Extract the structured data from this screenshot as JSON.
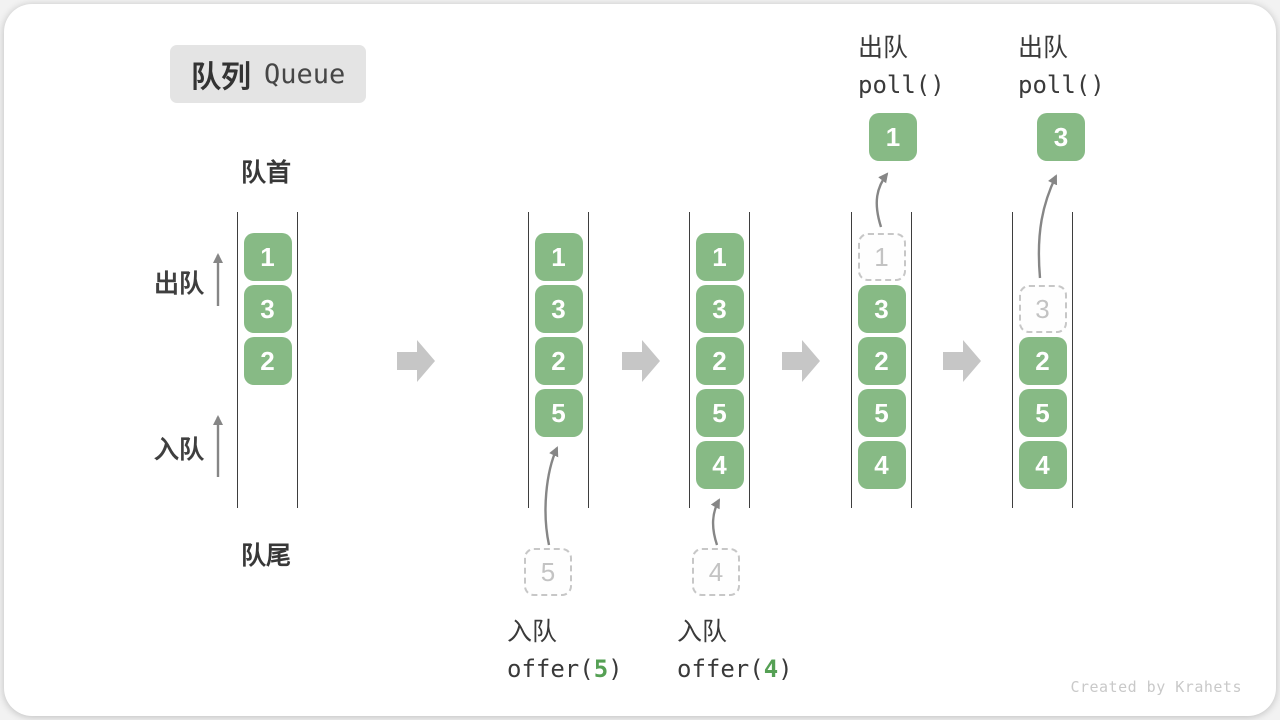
{
  "title": {
    "zh": "队列",
    "en": "Queue"
  },
  "side_labels": {
    "front": "队首",
    "rear": "队尾",
    "dequeue": "出队",
    "enqueue": "入队"
  },
  "ops": {
    "top": [
      {
        "label": "出队",
        "code": "poll()"
      },
      {
        "label": "出队",
        "code": "poll()"
      }
    ],
    "bottom": [
      {
        "label": "入队",
        "fn": "offer(",
        "arg": "5",
        "close": ")"
      },
      {
        "label": "入队",
        "fn": "offer(",
        "arg": "4",
        "close": ")"
      }
    ]
  },
  "states": [
    {
      "cells": [
        {
          "v": "1"
        },
        {
          "v": "3"
        },
        {
          "v": "2"
        }
      ]
    },
    {
      "cells": [
        {
          "v": "1"
        },
        {
          "v": "3"
        },
        {
          "v": "2"
        },
        {
          "v": "5"
        }
      ],
      "incoming": "5"
    },
    {
      "cells": [
        {
          "v": "1"
        },
        {
          "v": "3"
        },
        {
          "v": "2"
        },
        {
          "v": "5"
        },
        {
          "v": "4"
        }
      ],
      "incoming": "4"
    },
    {
      "removed": "1",
      "cells": [
        {
          "v": "3"
        },
        {
          "v": "2"
        },
        {
          "v": "5"
        },
        {
          "v": "4"
        }
      ],
      "popped": "1"
    },
    {
      "removed": "3",
      "cells": [
        {
          "v": "2"
        },
        {
          "v": "5"
        },
        {
          "v": "4"
        }
      ],
      "popped": "3"
    }
  ],
  "watermark": "Created by Krahets",
  "colors": {
    "green": "#87ba85",
    "code-green": "#55a054",
    "block-arrow": "#c6c6c6",
    "thin-arrow": "#868686",
    "text": "#3a3a3a"
  }
}
